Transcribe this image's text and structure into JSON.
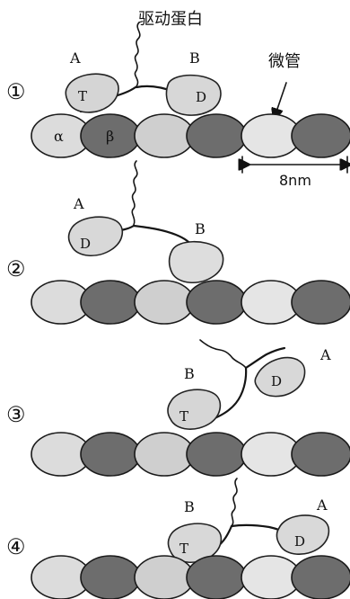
{
  "title": "驱动蛋白",
  "microtubule_label": "微管",
  "scale_label": "8nm",
  "subunit_labels": {
    "alpha": "α",
    "beta": "β"
  },
  "steps": [
    {
      "number": "①",
      "head_a_label": "A",
      "head_b_label": "B",
      "head_a_state": "T",
      "head_b_state": "D"
    },
    {
      "number": "②",
      "head_a_label": "A",
      "head_b_label": "B",
      "head_a_state": "D",
      "head_b_state": ""
    },
    {
      "number": "③",
      "head_a_label": "A",
      "head_b_label": "B",
      "head_a_state": "D",
      "head_b_state": "T"
    },
    {
      "number": "④",
      "head_a_label": "A",
      "head_b_label": "B",
      "head_a_state": "D",
      "head_b_state": "T"
    }
  ]
}
